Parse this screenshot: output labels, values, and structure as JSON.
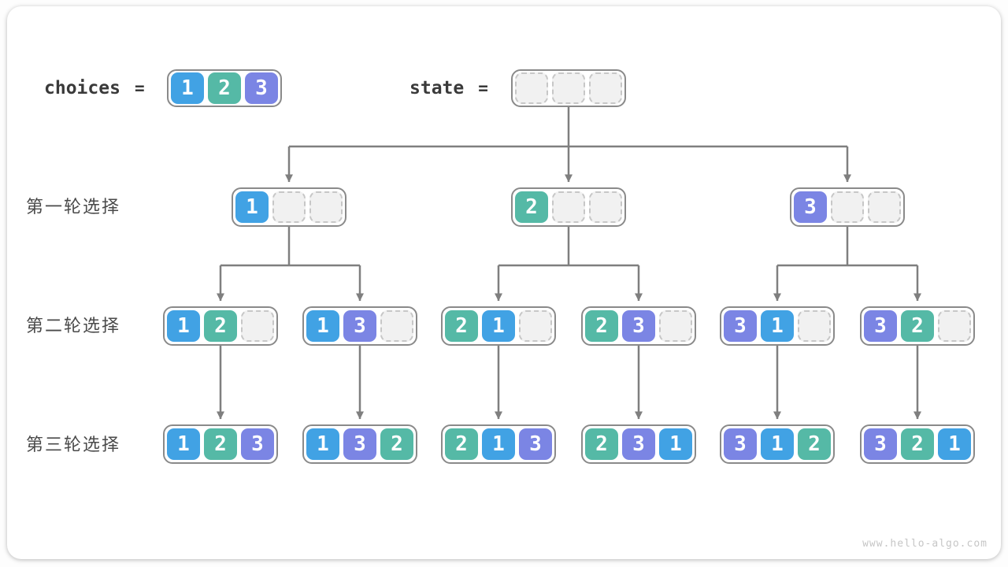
{
  "palette": {
    "1": "#41a2e4",
    "2": "#55b9a6",
    "3": "#7b85e4",
    "empty_fill": "#f1f1f1",
    "empty_border": "#c7c7c7",
    "box_border": "#8a8a8a",
    "arrow": "#7f7f7f"
  },
  "header": {
    "choices_label": "choices",
    "equals": "=",
    "choices_values": [
      "1",
      "2",
      "3"
    ],
    "state_label": "state",
    "state_values": [
      null,
      null,
      null
    ]
  },
  "rows": [
    {
      "label": "第一轮选择",
      "nodes": [
        {
          "values": [
            "1",
            null,
            null
          ]
        },
        {
          "values": [
            "2",
            null,
            null
          ]
        },
        {
          "values": [
            "3",
            null,
            null
          ]
        }
      ]
    },
    {
      "label": "第二轮选择",
      "nodes": [
        {
          "values": [
            "1",
            "2",
            null
          ]
        },
        {
          "values": [
            "1",
            "3",
            null
          ]
        },
        {
          "values": [
            "2",
            "1",
            null
          ]
        },
        {
          "values": [
            "2",
            "3",
            null
          ]
        },
        {
          "values": [
            "3",
            "1",
            null
          ]
        },
        {
          "values": [
            "3",
            "2",
            null
          ]
        }
      ]
    },
    {
      "label": "第三轮选择",
      "nodes": [
        {
          "values": [
            "1",
            "2",
            "3"
          ]
        },
        {
          "values": [
            "1",
            "3",
            "2"
          ]
        },
        {
          "values": [
            "2",
            "1",
            "3"
          ]
        },
        {
          "values": [
            "2",
            "3",
            "1"
          ]
        },
        {
          "values": [
            "3",
            "1",
            "2"
          ]
        },
        {
          "values": [
            "3",
            "2",
            "1"
          ]
        }
      ]
    }
  ],
  "watermark": "www.hello-algo.com"
}
